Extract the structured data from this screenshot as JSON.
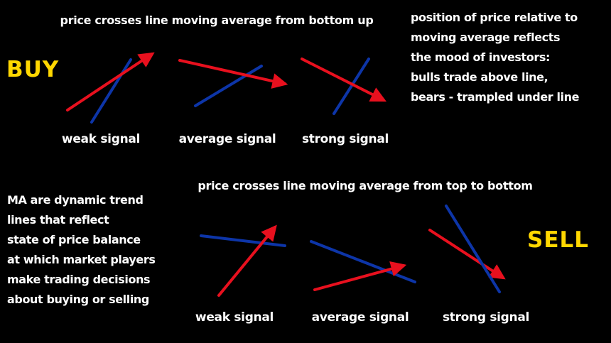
{
  "colors": {
    "background": "#000000",
    "text": "#ffffff",
    "action": "#ffd700",
    "price_line": "#e8101e",
    "ma_line": "#0d35a8"
  },
  "buy": {
    "title": "price crosses line moving average from bottom up",
    "action_label": "BUY",
    "note": "position of price relative to\nmoving average reflects\nthe mood of investors:\nbulls trade above line,\nbears - trampled under line",
    "signals": [
      {
        "label": "weak signal"
      },
      {
        "label": "average signal"
      },
      {
        "label": "strong signal"
      }
    ]
  },
  "sell": {
    "title": "price crosses line moving average from top to bottom",
    "action_label": "SELL",
    "note": "MA are dynamic trend\nlines that reflect\nstate of price balance\nat which market players\nmake trading decisions\nabout buying or selling",
    "signals": [
      {
        "label": "weak signal"
      },
      {
        "label": "average signal"
      },
      {
        "label": "strong signal"
      }
    ]
  },
  "diagrams": [
    {
      "id": "buy-weak-signal",
      "lines": [
        {
          "stroke": "ma_line",
          "points": [
            129,
            172,
            184,
            84
          ],
          "arrow": false
        },
        {
          "stroke": "price_line",
          "points": [
            95,
            155,
            214,
            76
          ],
          "arrow": true
        }
      ]
    },
    {
      "id": "buy-average-signal",
      "lines": [
        {
          "stroke": "ma_line",
          "points": [
            275,
            149,
            368,
            93
          ],
          "arrow": false
        },
        {
          "stroke": "price_line",
          "points": [
            253,
            85,
            401,
            118
          ],
          "arrow": true
        }
      ]
    },
    {
      "id": "buy-strong-signal",
      "lines": [
        {
          "stroke": "ma_line",
          "points": [
            470,
            160,
            519,
            83
          ],
          "arrow": false
        },
        {
          "stroke": "price_line",
          "points": [
            425,
            83,
            540,
            141
          ],
          "arrow": true
        }
      ]
    },
    {
      "id": "sell-weak-signal",
      "lines": [
        {
          "stroke": "ma_line",
          "points": [
            283,
            332,
            401,
            346
          ],
          "arrow": false
        },
        {
          "stroke": "price_line",
          "points": [
            308,
            416,
            387,
            320
          ],
          "arrow": true
        }
      ]
    },
    {
      "id": "sell-average-signal",
      "lines": [
        {
          "stroke": "ma_line",
          "points": [
            438,
            340,
            584,
            397
          ],
          "arrow": false
        },
        {
          "stroke": "price_line",
          "points": [
            443,
            408,
            568,
            374
          ],
          "arrow": true
        }
      ]
    },
    {
      "id": "sell-strong-signal",
      "lines": [
        {
          "stroke": "price_line",
          "points": [
            605,
            324,
            708,
            391
          ],
          "arrow": true
        },
        {
          "stroke": "ma_line",
          "points": [
            628,
            290,
            703,
            411
          ],
          "arrow": false
        }
      ]
    }
  ]
}
